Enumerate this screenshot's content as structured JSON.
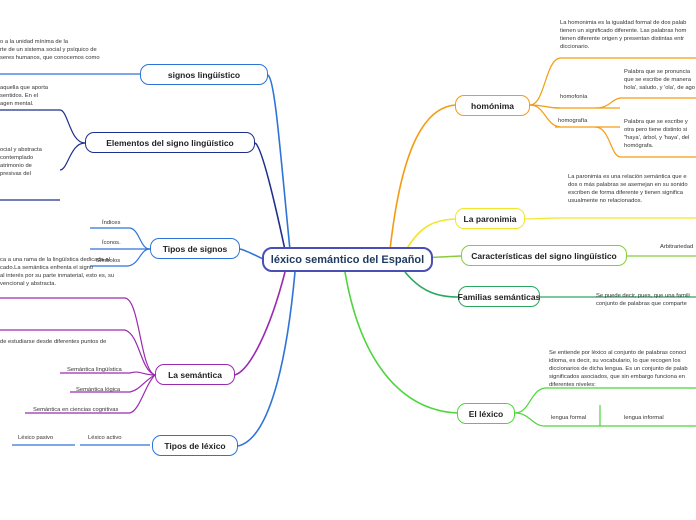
{
  "central": "léxico semántico del Español",
  "colors": {
    "blue": "#2e74d8",
    "navy": "#1d2f8c",
    "purple": "#9a2bb0",
    "orange": "#f39c12",
    "yellow": "#f2e52b",
    "lime": "#8acb3c",
    "green": "#2aa860",
    "bright_green": "#4cd63b",
    "red": "#d8333b"
  },
  "left": {
    "signos": {
      "label": "signos lingüístico",
      "text": "o a la unidad mínima de la\nrte de un sistema social y psíquico de\nseres humanos, que conocemos como"
    },
    "elementos": {
      "label": "Elementos del signo lingüístico",
      "text1": "aquella que aporta\nsentidos. En el\nagen mental.",
      "text2": "ocial y abstracta\ncontemplado\natrimonio de\npresivas del"
    },
    "tipos_signos": {
      "label": "Tipos de signos",
      "items": [
        "Índices",
        "Íconos.",
        "Símbolos"
      ]
    },
    "semantica": {
      "label": "La semántica",
      "text": "ca a una rama de la lingüística dedicada al\ncado.La semántica enfrenta el signo\nal interés por su parte inmaterial, esto es, su\nvencional y abstracta.",
      "items": [
        "de estudiarse desde diferentes puntos de",
        "Semántica lingüística",
        "Semántica lógica",
        "Semántica en ciencias cognitivas"
      ]
    },
    "tipos_lexico": {
      "label": "Tipos de léxico",
      "activo": "Léxico activo",
      "pasivo": "Léxico pasivo"
    }
  },
  "right": {
    "homonimia": {
      "label": "homónima",
      "text": "La homonimia es la igualdad formal de dos palab\ntienen un significado diferente. Las palabras hom\ntienen diferente origen y presentan distintas entr\ndiccionario.",
      "homofonia": "homofonía",
      "homofonia_text": "Palabra que se pronuncia\nque se escribe de manera\nhola', saludo, y 'ola', de ago",
      "homografia": "homografía",
      "homografia_text": "Palabra que se escribe y\notra pero tiene distinto si\n\"haya', árbol, y 'haya', del\nhomógrafa."
    },
    "paronimia": {
      "label": "La paronimia",
      "text": "La paronimia es una relación semántica que e\ndos o más palabras se asemejan en su sonido\nescriben de forma diferente y tienen significa\nusualmente no relacionados."
    },
    "caracteristicas": {
      "label": "Características del signo lingüístico",
      "item": "Arbitrariedad"
    },
    "familias": {
      "label": "Familias semánticas",
      "text": "Se puede decir, pues, que una famili\nconjunto de palabras que comparte"
    },
    "lexico": {
      "label": "El léxico",
      "text": "Se entiende por léxico al conjunto de palabras conoci\nidioma, es decir, su vocabulario, lo que recogen los\ndiccionarios de dicha lengua. Es un conjunto de palab\nsignificados asociados, que sin embargo funciona en\ndiferentes niveles:",
      "formal": "lengua formal",
      "informal": "lengua informal"
    }
  }
}
